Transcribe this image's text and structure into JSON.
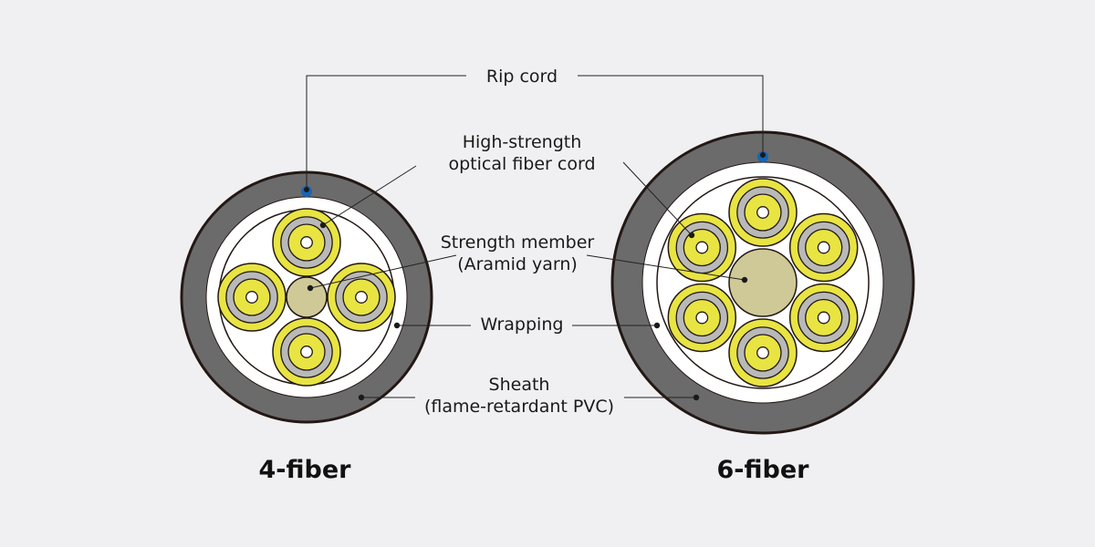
{
  "colors": {
    "background": "#f0f0f2",
    "sheath": "#6b6b6b",
    "outline": "#231815",
    "wrapping_fill": "#ffffff",
    "fiber_outer": "#e8e442",
    "fiber_ring": "#b9b9b9",
    "fiber_core": "#e8e442",
    "fiber_center": "#ffffff",
    "strength_member": "#cfc997",
    "rip_cord": "#1565b8"
  },
  "labels": {
    "rip_cord": "Rip cord",
    "fiber_cord_line1": "High-strength",
    "fiber_cord_line2": "optical fiber cord",
    "strength_member_line1": "Strength member",
    "strength_member_line2": "(Aramid yarn)",
    "wrapping": "Wrapping",
    "sheath_line1": "Sheath",
    "sheath_line2": "(flame-retardant PVC)"
  },
  "cables": [
    {
      "caption": "4-fiber",
      "fiber_count": 4
    },
    {
      "caption": "6-fiber",
      "fiber_count": 6
    }
  ]
}
